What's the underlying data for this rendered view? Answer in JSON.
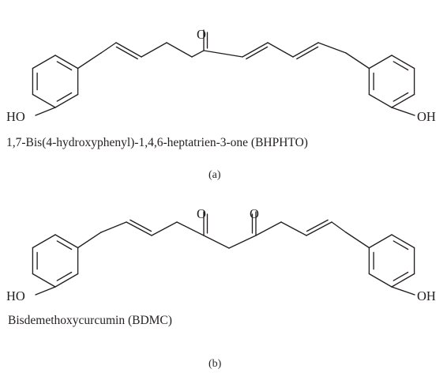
{
  "figure": {
    "panels": [
      {
        "id": "a",
        "label": "(a)",
        "caption": "1,7-Bis(4-hydroxyphenyl)-1,4,6-heptatrien-3-one (BHPHTO)",
        "atom_labels": {
          "carbonyl": "O",
          "left_group": "HO",
          "right_group": "OH"
        }
      },
      {
        "id": "b",
        "label": "(b)",
        "caption": "Bisdemethoxycurcumin (BDMC)",
        "atom_labels": {
          "carbonyl_1": "O",
          "carbonyl_2": "O",
          "left_group": "HO",
          "right_group": "OH"
        }
      }
    ]
  }
}
